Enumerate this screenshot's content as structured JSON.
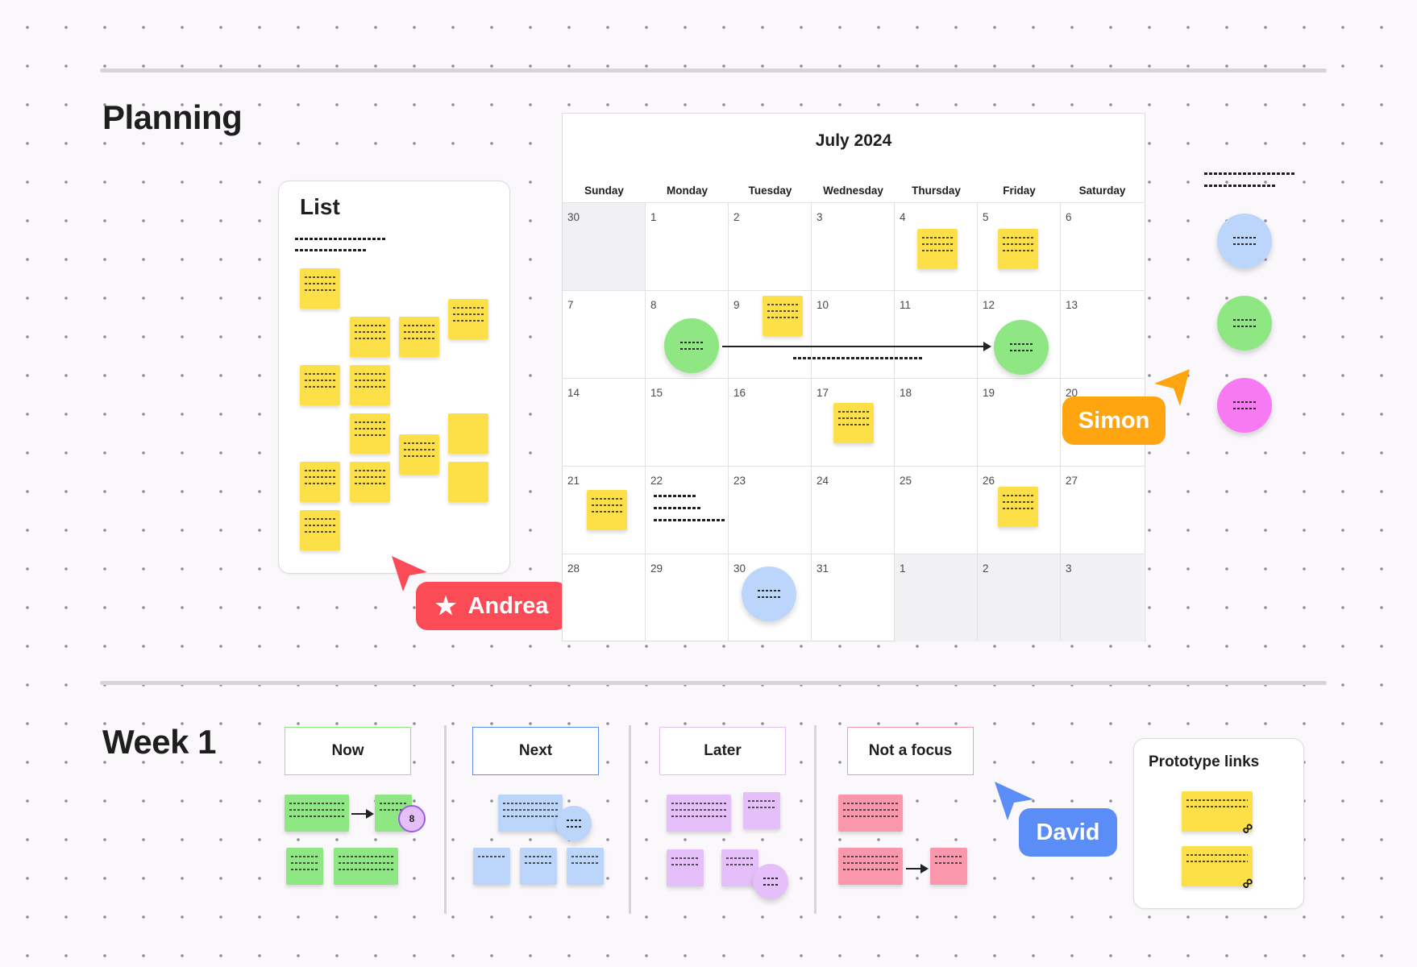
{
  "planning": {
    "title": "Planning"
  },
  "list_card": {
    "title": "List"
  },
  "calendar": {
    "title": "July 2024",
    "weekdays": [
      "Sunday",
      "Monday",
      "Tuesday",
      "Wednesday",
      "Thursday",
      "Friday",
      "Saturday"
    ],
    "weeks": [
      [
        "30",
        "1",
        "2",
        "3",
        "4",
        "5",
        "6"
      ],
      [
        "7",
        "8",
        "9",
        "10",
        "11",
        "12",
        "13"
      ],
      [
        "14",
        "15",
        "16",
        "17",
        "18",
        "19",
        "20"
      ],
      [
        "21",
        "22",
        "23",
        "24",
        "25",
        "26",
        "27"
      ],
      [
        "28",
        "29",
        "30",
        "31",
        "1",
        "2",
        "3"
      ]
    ]
  },
  "cursors": {
    "andrea": "Andrea",
    "simon": "Simon",
    "david": "David"
  },
  "colors": {
    "andrea": "#fb4b57",
    "simon": "#ffa50f",
    "david": "#5a8df6",
    "sticky_yellow": "#fde047",
    "sticky_green": "#8fe784",
    "sticky_blue": "#bcd5fb",
    "sticky_purple": "#e5bffa",
    "sticky_pink": "#fb97ad",
    "circle_pink": "#f77af3"
  },
  "week1": {
    "title": "Week 1",
    "columns": [
      {
        "label": "Now",
        "border": "#8fe784"
      },
      {
        "label": "Next",
        "border": "#5a8df6"
      },
      {
        "label": "Later",
        "border": "#e5bffa"
      },
      {
        "label": "Not a focus",
        "border": "#fb97ad"
      }
    ],
    "comment_badge_count": "8",
    "prototype_links": {
      "title": "Prototype links"
    }
  },
  "icons": [
    "star-icon",
    "link-icon",
    "cursor-arrow-icon"
  ]
}
